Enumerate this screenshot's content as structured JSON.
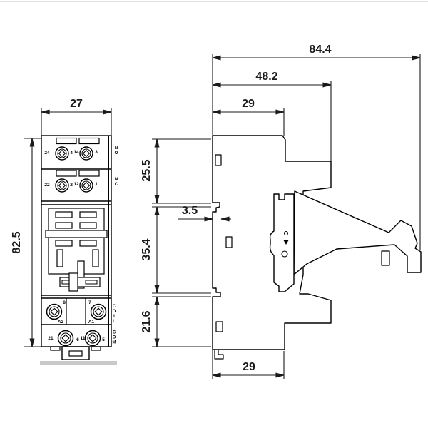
{
  "front_view": {
    "dim_width": "27",
    "dim_height": "82.5",
    "row1": {
      "t_left": "24",
      "p_left": "4",
      "t_right": "14",
      "p_right": "3",
      "tag": "NO"
    },
    "row2": {
      "t_left": "22",
      "p_left": "2",
      "t_right": "12",
      "p_right": "1",
      "tag": "NC"
    },
    "coil": {
      "p_left": "8",
      "t_left": "A2",
      "p_right": "7",
      "t_right": "A1",
      "tag": "COIL"
    },
    "com": {
      "t_left": "21",
      "p_left": "6",
      "t_right": "11",
      "p_right": "5",
      "tag": "COM"
    }
  },
  "side_view": {
    "dim_depth_total": "84.4",
    "dim_depth_upper": "48.2",
    "dim_depth_top": "29",
    "dim_height_upper": "25.5",
    "dim_rail_lip": "3.5",
    "dim_height_middle": "35.4",
    "dim_height_lower": "21.6",
    "dim_depth_bottom": "29"
  }
}
